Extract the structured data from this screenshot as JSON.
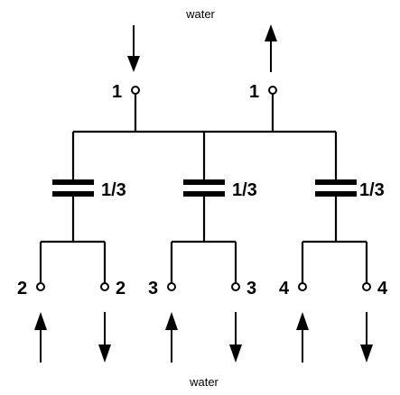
{
  "labels": {
    "top_water": "water",
    "bottom_water": "water",
    "terminal_in_top": "1",
    "terminal_out_top": "1",
    "fraction_left": "1/3",
    "fraction_mid": "1/3",
    "fraction_right": "1/3",
    "term_2_left": "2",
    "term_2_right": "2",
    "term_3_left": "3",
    "term_3_right": "3",
    "term_4_left": "4",
    "term_4_right": "4"
  },
  "colors": {
    "line": "#000000",
    "background": "#ffffff"
  }
}
